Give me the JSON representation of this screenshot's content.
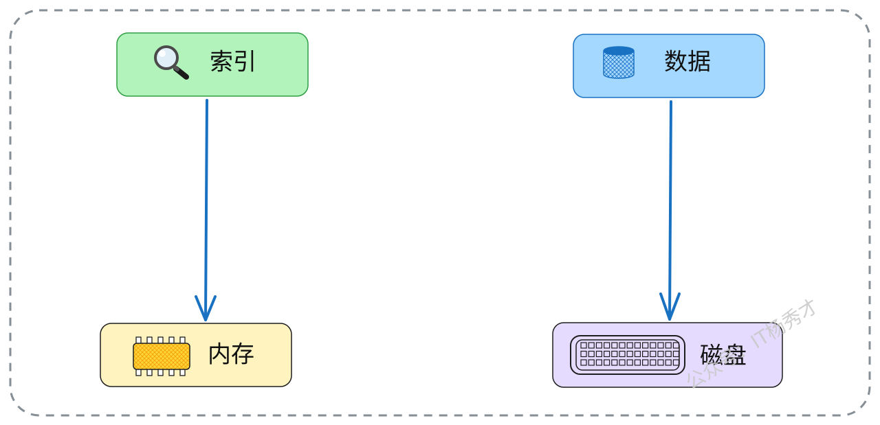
{
  "nodes": {
    "index": {
      "label": "索引",
      "icon": "magnifier-icon",
      "fill": "#b2f2bb",
      "stroke": "#2f9e44"
    },
    "data": {
      "label": "数据",
      "icon": "database-cylinder-icon",
      "fill": "#a5d8ff",
      "stroke": "#1971c2"
    },
    "memory": {
      "label": "内存",
      "icon": "memory-chip-icon",
      "fill": "#fff3bf",
      "stroke": "#1e1e1e"
    },
    "disk": {
      "label": "磁盘",
      "icon": "disk-connector-icon",
      "fill": "#e5dbff",
      "stroke": "#1e1e1e"
    }
  },
  "edges": [
    {
      "from": "索引",
      "to": "内存",
      "color": "#1971c2"
    },
    {
      "from": "数据",
      "to": "磁盘",
      "color": "#1971c2"
    }
  ],
  "container": {
    "border_style": "dashed",
    "color": "#868e96"
  },
  "watermark": "公众号：IT杨秀才"
}
